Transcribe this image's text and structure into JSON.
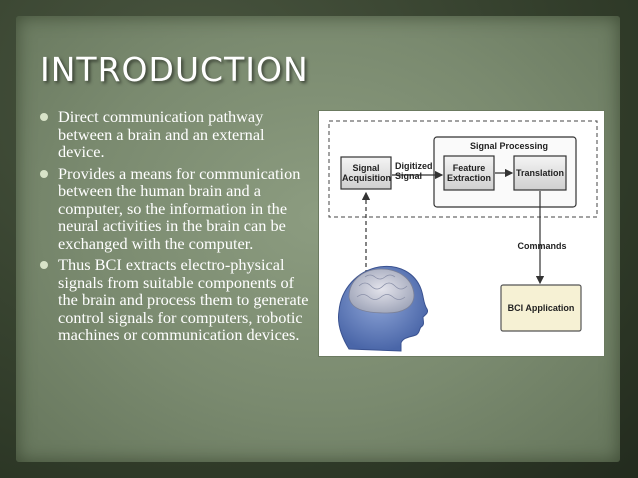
{
  "slide": {
    "title": "INTRODUCTION",
    "bullets": [
      "Direct communication pathway between a brain and an external device.",
      "Provides a means for communication between the human brain and a computer, so the information in the neural activities in the brain can be exchanged with the computer.",
      "Thus BCI extracts electro-physical signals from suitable components of the brain and process them to generate control signals for computers, robotic machines or communication devices."
    ]
  },
  "diagram": {
    "signal_processing": "Signal Processing",
    "signal_acquisition": "Signal Acquisition",
    "digitized_signal": "Digitized Signal",
    "feature_extraction": "Feature Extraction",
    "translation": "Translation",
    "commands": "Commands",
    "bci_application": "BCI Application"
  }
}
